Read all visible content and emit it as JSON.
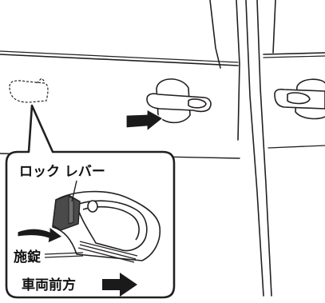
{
  "labels": {
    "lock_lever": "ロック レバー",
    "lock": "施錠",
    "vehicle_front": "車両前方"
  },
  "colors": {
    "line": "#231f20",
    "lever_fill": "#4a4a4a",
    "arrow_fill": "#1a1a1a",
    "background": "#ffffff"
  }
}
